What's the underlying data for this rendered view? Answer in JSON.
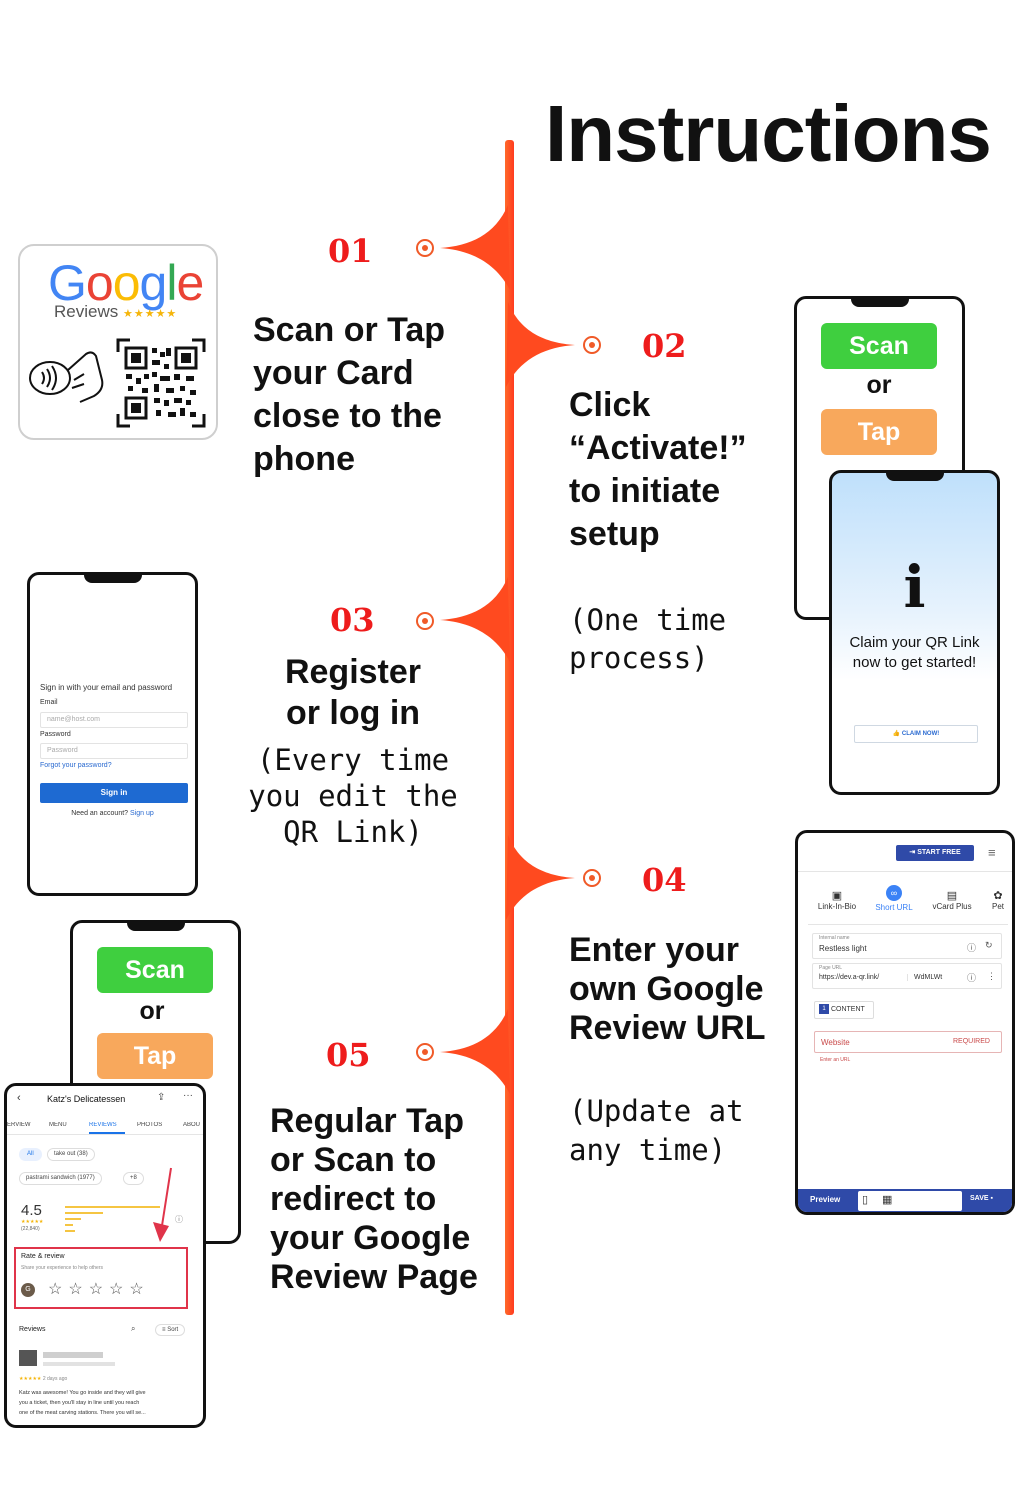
{
  "title": "Instructions",
  "steps": [
    {
      "num": "01",
      "text": [
        "Scan or Tap",
        "your Card",
        "close to the",
        "phone"
      ]
    },
    {
      "num": "02",
      "text": [
        "Click",
        "“Activate!”",
        "to initiate",
        "setup"
      ],
      "note": [
        "(One time",
        "process)"
      ]
    },
    {
      "num": "03",
      "text": [
        "Register",
        "or log in"
      ],
      "note": [
        "(Every time",
        "you edit the",
        "QR Link)"
      ]
    },
    {
      "num": "04",
      "text": [
        "Enter your",
        "own Google",
        "Review URL"
      ],
      "note": [
        "(Update at",
        "any time)"
      ]
    },
    {
      "num": "05",
      "text": [
        "Regular Tap",
        "or Scan to",
        "redirect to",
        "your Google",
        "Review Page"
      ]
    }
  ],
  "google_card": {
    "logo": [
      "G",
      "o",
      "o",
      "g",
      "l",
      "e"
    ],
    "subtitle": "Reviews",
    "stars": "★★★★★"
  },
  "scan_tap": {
    "scan": "Scan",
    "or": "or",
    "tap": "Tap"
  },
  "claim_phone": {
    "icon": "i",
    "line1": "Claim your QR Link",
    "line2": "now to get started!",
    "button": "CLAIM NOW!"
  },
  "login_phone": {
    "heading": "Sign in with your email and password",
    "email_label": "Email",
    "email_placeholder": "name@host.com",
    "password_label": "Password",
    "password_placeholder": "Password",
    "forgot": "Forgot your password?",
    "signin": "Sign in",
    "need_account": "Need an account?",
    "signup": "Sign up"
  },
  "editor_phone": {
    "start_free": "START FREE",
    "tabs": [
      "Link-In-Bio",
      "Short URL",
      "vCard Plus",
      "Pet"
    ],
    "internal_name_label": "Internal name",
    "internal_name_value": "Restless light",
    "page_url_label": "Page URL",
    "page_url_value": "https://dev.a-qr.link/",
    "page_url_suffix": "WdMLWt",
    "content_label": "CONTENT",
    "website_label": "Website",
    "required": "REQUIRED",
    "enter_url": "Enter an URL",
    "preview": "Preview",
    "save": "SAVE"
  },
  "review_phone": {
    "place": "Katz's Delicatessen",
    "tabs": [
      "ERVIEW",
      "MENU",
      "REVIEWS",
      "PHOTOS",
      "ABOU"
    ],
    "chips": [
      "All",
      "take out (38)"
    ],
    "chips2": [
      "pastrami sandwich (1977)",
      "+8"
    ],
    "rating": "4.5",
    "rating_count": "(22,840)",
    "rate_title": "Rate & review",
    "rate_sub": "Share your experience to help others",
    "avatar": "G",
    "reviews_label": "Reviews",
    "sort": "Sort",
    "review_meta": "2 days ago",
    "review_text": [
      "Katz was awesome! You go inside and they will give",
      "you a ticket, then you'll stay in line until you reach",
      "one of the meat carving stations. There you will se..."
    ]
  }
}
